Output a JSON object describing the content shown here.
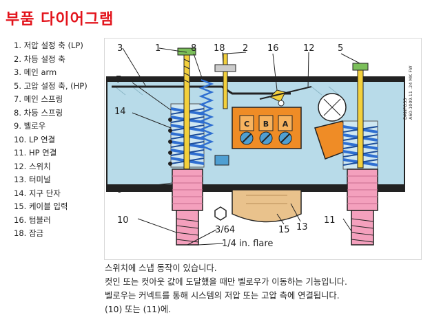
{
  "title": "부품 다이어그램",
  "legend": [
    "1. 저압 설정 축 (LP)",
    "2. 차등 설정 축",
    "3. 메인 arm",
    "5. 고압 설정 축, (HP)",
    "7. 메인 스프링",
    "8. 차등 스프링",
    "9. 벨로우",
    "10. LP 연결",
    "11. HP 연결",
    "12. 스위치",
    "13. 터미널",
    "14. 지구 단자",
    "15. 케이블 입력",
    "16. 텀블러",
    "18. 잠금"
  ],
  "diagram": {
    "callouts": {
      "c3": "3",
      "c1": "1",
      "c8": "8",
      "c18": "18",
      "c2": "2",
      "c16": "16",
      "c12": "12",
      "c5": "5",
      "c7": "7",
      "c14": "14",
      "c9": "9",
      "c10": "10",
      "c13": "13",
      "c15": "15",
      "c11": "11"
    },
    "terminal_letters": [
      "C",
      "B",
      "A"
    ],
    "thread_size": "3/64",
    "flare_label": "1/4 in. flare",
    "brand_line1": "DANFOSS",
    "brand_line2": "A60-1009.11 .24 MK FW"
  },
  "caption": [
    "스위치에 스냅 동작이 있습니다.",
    "컷인 또는 컷아웃 값에 도달했을 때만 벨로우가 이동하는 기능입니다.",
    "벨로우는 커넥트를 통해 시스템의 저압 또는 고압 측에 연결됩니다.",
    "(10) 또는 (11)에."
  ],
  "colors": {
    "title": "#e3131b",
    "housing_fill": "#b8dbe9",
    "spring": "#2f6fd1",
    "shaft": "#f3d03c",
    "bellows": "#f4a0bd",
    "switch_orange": "#ef8c26",
    "terminal_blue": "#4f9fd2",
    "cable_entry": "#e9c28c"
  }
}
